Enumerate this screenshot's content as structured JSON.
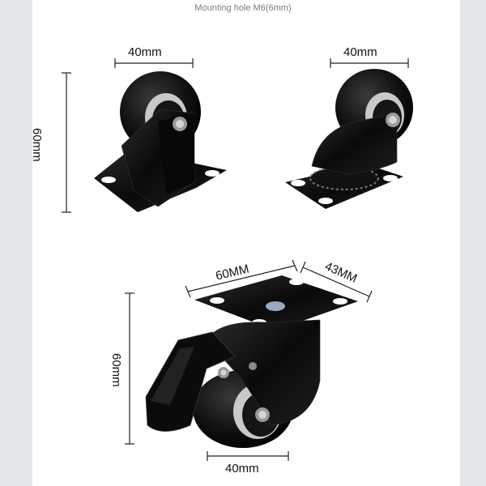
{
  "caption": "Mounting hole M6(6mm)",
  "top_left": {
    "width_label": "40mm",
    "height_label": "60mm"
  },
  "top_right": {
    "width_label": "40mm"
  },
  "bottom": {
    "plate_length_label": "60MM",
    "plate_width_label": "43MM",
    "height_label": "60mm",
    "width_label": "40mm"
  },
  "colors": {
    "background": "#ffffff",
    "side_bars": "#e3e6ea",
    "caster_body": "#0d0d0d",
    "wheel_hub": "#bfbfbf"
  }
}
